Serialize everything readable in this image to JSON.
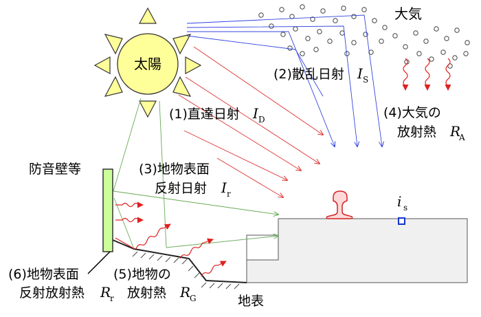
{
  "sun": {
    "label": "太陽",
    "fill": "#ffff99"
  },
  "atmosphere": {
    "label": "大気"
  },
  "barrier": {
    "label": "防音壁等",
    "fill": "#ccff99"
  },
  "ground_label": "地表",
  "labels": {
    "direct": {
      "text": "(1)直達日射",
      "symbol": "I",
      "subscript": "D"
    },
    "scattered": {
      "text": "(2)散乱日射",
      "symbol": "I",
      "subscript": "S"
    },
    "reflected": {
      "line1": "(3)地物表面",
      "line2": "反射日射",
      "symbol": "I",
      "subscript": "r"
    },
    "atm_rad": {
      "line1": "(4)大気の",
      "line2": "放射熱",
      "symbol": "R",
      "subscript": "A"
    },
    "ground_rad": {
      "line1": "(5)地物の",
      "line2": "放射熱",
      "symbol": "R",
      "subscript": "G"
    },
    "reflected_rad": {
      "line1": "(6)地物表面",
      "line2": "反射放射熱",
      "symbol": "R",
      "subscript": "r"
    },
    "sensor": {
      "symbol": "i",
      "subscript": "s"
    }
  },
  "colors": {
    "direct": "#e03030",
    "scattered": "#3344dd",
    "reflected": "#66aa55",
    "heat": "#e02020",
    "rail": "#d42020",
    "sensor": "#1133cc"
  }
}
